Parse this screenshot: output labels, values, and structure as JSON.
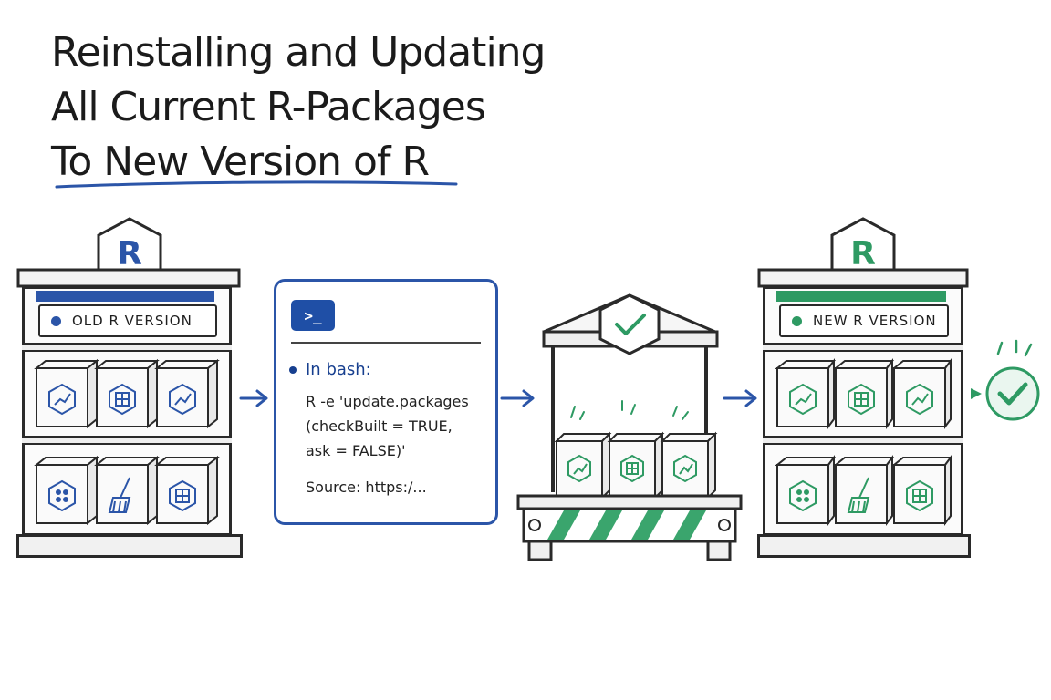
{
  "title": {
    "line1": "Reinstalling and Updating",
    "line2": "All Current R-Packages",
    "line3": "To New Version of R"
  },
  "old_shelf": {
    "logo": "R",
    "label": "OLD R VERSION",
    "accent": "#2b55a8",
    "packages_top": [
      "line-chart-icon",
      "grid-table-icon",
      "line-chart-icon"
    ],
    "packages_bottom": [
      "dots-icon",
      "broom-icon",
      "grid-table-icon"
    ]
  },
  "terminal_panel": {
    "icon": "terminal-icon",
    "icon_text": ">_",
    "heading": "In bash:",
    "code_line1": "R -e 'update.packages",
    "code_line2": "(checkBuilt = TRUE,",
    "code_line3": "ask = FALSE)'",
    "source": "Source: https:/..."
  },
  "station": {
    "icon": "check-icon",
    "accent": "#2e9a63",
    "packages": [
      "line-chart-icon",
      "grid-table-icon",
      "line-chart-icon"
    ]
  },
  "new_shelf": {
    "logo": "R",
    "label": "NEW R VERSION",
    "accent": "#2e9a63",
    "packages_top": [
      "line-chart-icon",
      "grid-table-icon",
      "line-chart-icon"
    ],
    "packages_bottom": [
      "dots-icon",
      "broom-icon",
      "grid-table-icon"
    ]
  },
  "final_status": {
    "icon": "check-circle-icon"
  }
}
